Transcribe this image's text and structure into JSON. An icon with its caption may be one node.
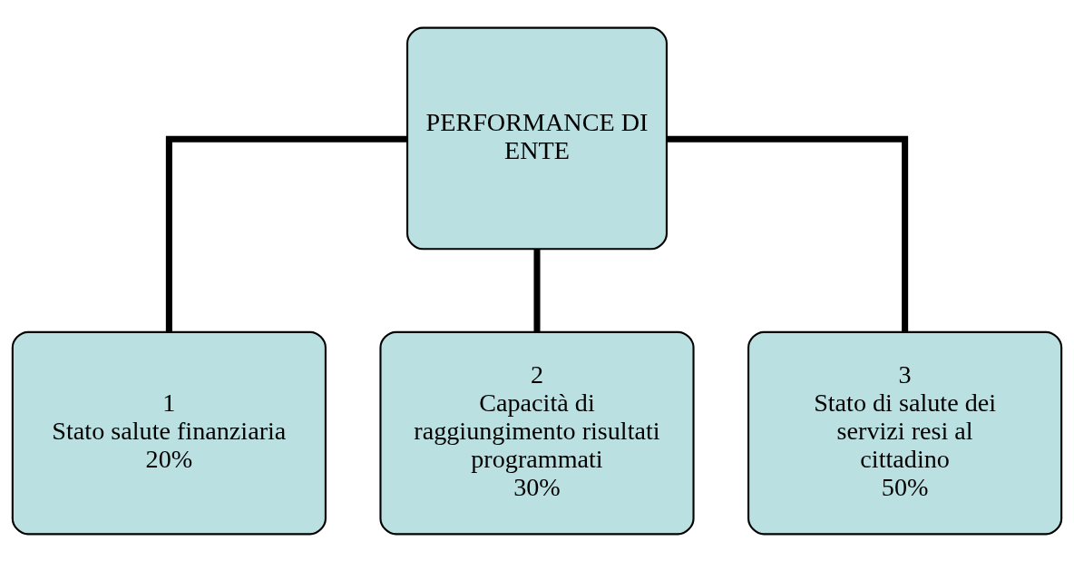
{
  "diagram": {
    "nodes": [
      {
        "text": [
          "PERFORMANCE DI ENTE"
        ]
      },
      {
        "text": [
          "1",
          "Stato salute finanziaria",
          "20%"
        ]
      },
      {
        "text": [
          "2",
          "Capacità di raggiungimento risultati programmati",
          "30%"
        ]
      },
      {
        "text": [
          "3",
          "Stato di salute dei servizi resi al cittadino",
          "50%"
        ]
      }
    ],
    "edges": [
      {
        "from": 0,
        "to": 1,
        "arrow": "none"
      },
      {
        "from": 0,
        "to": 2,
        "arrow": "none"
      },
      {
        "from": 0,
        "to": 3,
        "arrow": "none"
      }
    ]
  }
}
